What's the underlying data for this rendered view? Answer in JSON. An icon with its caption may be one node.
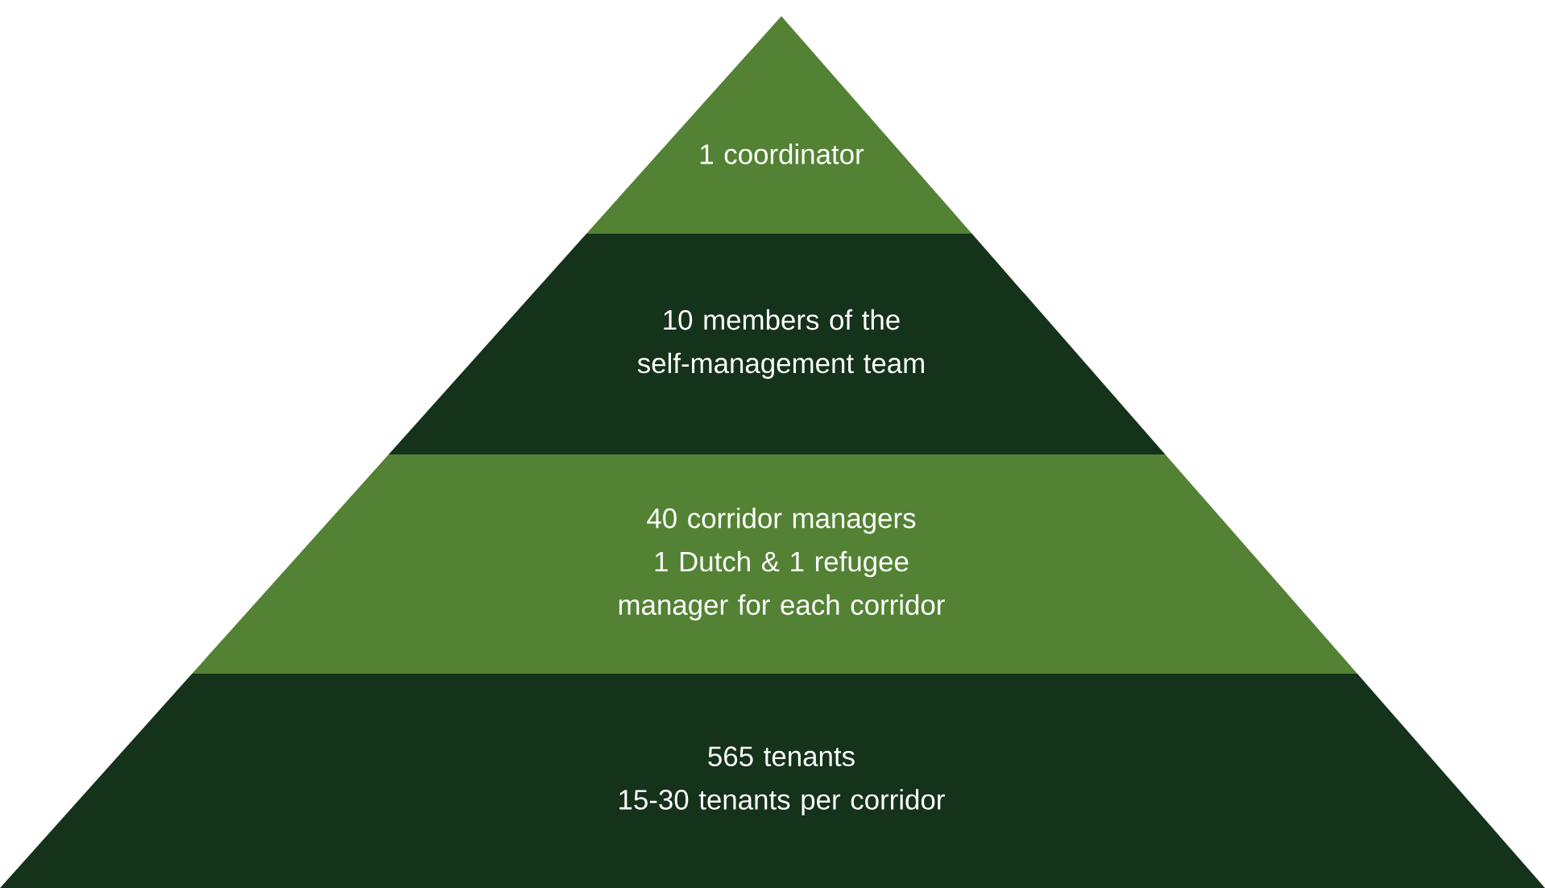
{
  "diagram": {
    "nodes": [
      {
        "text": [
          "1 coordinator"
        ]
      },
      {
        "text": [
          "10 members of the self-management team"
        ]
      },
      {
        "text": [
          "40 corridor managers",
          "1 Dutch & 1 refugee manager for each corridor"
        ]
      },
      {
        "text": [
          "565 tenants",
          "15-30 tenants per corridor"
        ]
      }
    ]
  }
}
